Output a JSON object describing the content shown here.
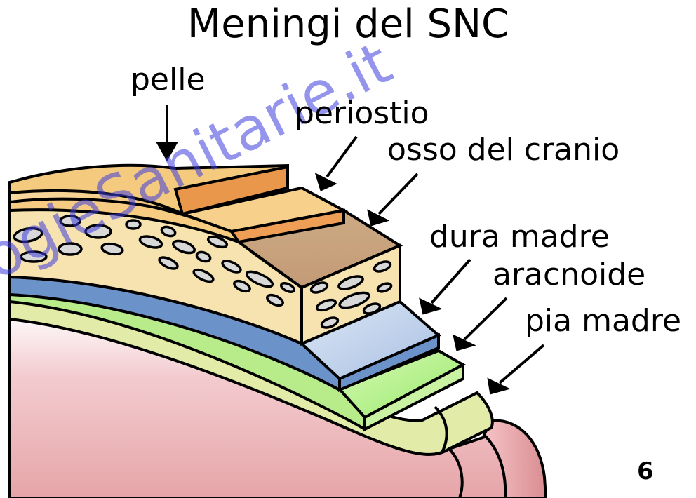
{
  "title": "Meningi del SNC",
  "labels": {
    "pelle": "pelle",
    "periostio": "periostio",
    "osso": "osso del cranio",
    "dura": "dura madre",
    "aracnoide": "aracnoide",
    "pia": "pia madre"
  },
  "page_number": "6",
  "watermark": "ogieSanitarie.it",
  "colors": {
    "skin": "#f2c77a",
    "skin_cut": "#e9974a",
    "periosteum": "#f5cc82",
    "periosteum_cut": "#ee9f55",
    "bone": "#f7e3b0",
    "bone_cut_face": "#c8a07a",
    "dura": "#6c93c9",
    "dura_cut": "#bccfe8",
    "arachnoid": "#b8ec8a",
    "arachnoid_cut": "#a6f08a",
    "pia": "#e3eba8",
    "brain": "#e6a5a8"
  }
}
